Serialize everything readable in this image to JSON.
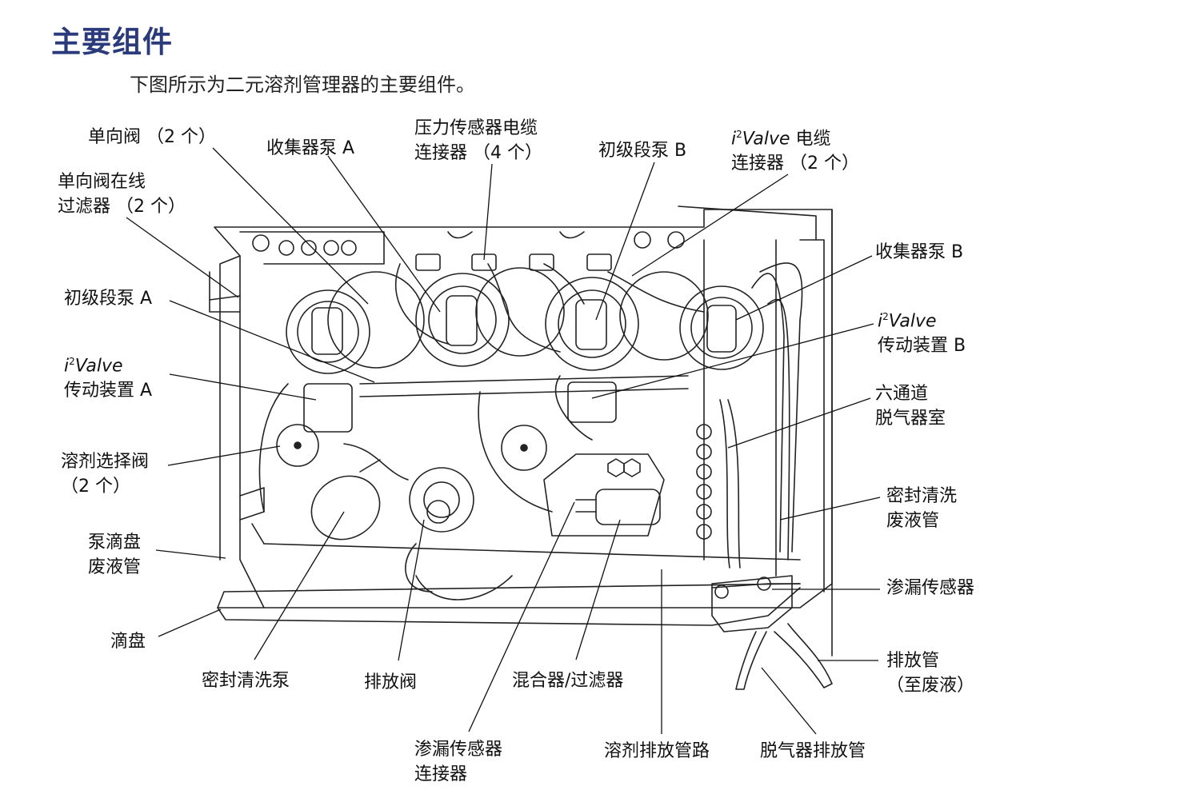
{
  "title": "主要组件",
  "intro": "下图所示为二元溶剂管理器的主要组件。",
  "labels": {
    "check_valve": {
      "line1": "单向阀 （2 个）"
    },
    "check_valve_filter": {
      "line1": "单向阀在线",
      "line2": "过滤器 （2 个）"
    },
    "accumulator_pump_a": {
      "line1": "收集器泵 A"
    },
    "pressure_transducer": {
      "line1": "压力传感器电缆",
      "line2": "连接器 （4 个）"
    },
    "primary_pump_b": {
      "line1": "初级段泵 B"
    },
    "i2valve_cable": {
      "prefix": "i",
      "sup": "2",
      "valve": "Valve",
      "rest": " 电缆",
      "line2": "连接器 （2 个）"
    },
    "accumulator_pump_b": {
      "line1": "收集器泵 B"
    },
    "primary_pump_a": {
      "line1": "初级段泵 A"
    },
    "i2valve_actuator_b": {
      "prefix": "i",
      "sup": "2",
      "valve": "Valve",
      "line2": "传动装置 B"
    },
    "i2valve_actuator_a": {
      "prefix": "i",
      "sup": "2",
      "valve": "Valve",
      "line2": "传动装置 A"
    },
    "degasser": {
      "line1": "六通道",
      "line2": "脱气器室"
    },
    "solvent_select_valve": {
      "line1": "溶剂选择阀",
      "line2": "（2 个）"
    },
    "seal_wash_waste": {
      "line1": "密封清洗",
      "line2": "废液管"
    },
    "drip_tray_waste": {
      "line1": "泵滴盘",
      "line2": "废液管"
    },
    "leak_sensor": {
      "line1": "渗漏传感器"
    },
    "drip_tray": {
      "line1": "滴盘"
    },
    "drain_tube": {
      "line1": "排放管",
      "line2": "（至废液）"
    },
    "seal_wash_pump": {
      "line1": "密封清洗泵"
    },
    "vent_valve": {
      "line1": "排放阀"
    },
    "mixer_filter": {
      "line1": "混合器/过滤器"
    },
    "leak_sensor_connector": {
      "line1": "渗漏传感器",
      "line2": "连接器"
    },
    "solvent_drain_line": {
      "line1": "溶剂排放管路"
    },
    "degasser_vent": {
      "line1": "脱气器排放管"
    }
  }
}
